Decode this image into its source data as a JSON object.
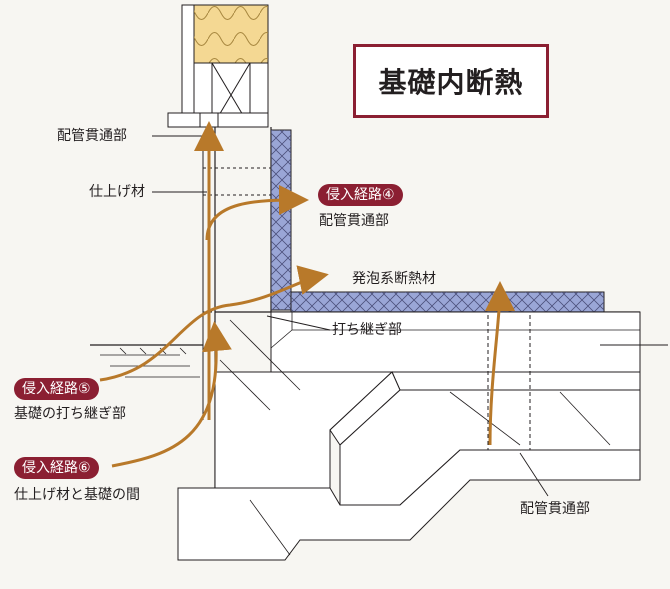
{
  "title": "基礎内断熱",
  "labels": {
    "pipe_top": "配管貫通部",
    "finish": "仕上げ材",
    "pipe_right_under": "配管貫通部",
    "foam": "発泡系断熱材",
    "joint": "打ち継ぎ部",
    "route5_desc": "基礎の打ち継ぎ部",
    "route6_desc": "仕上げ材と基礎の間",
    "pipe_bottom": "配管貫通部"
  },
  "routes": {
    "r4": "侵入経路④",
    "r5": "侵入経路⑤",
    "r6": "侵入経路⑥"
  },
  "colors": {
    "accent": "#8b1f32",
    "arrow": "#b8792a",
    "insulation": "#9aa6d6",
    "wall_insulation": "#f4d893",
    "line": "#231f20"
  }
}
